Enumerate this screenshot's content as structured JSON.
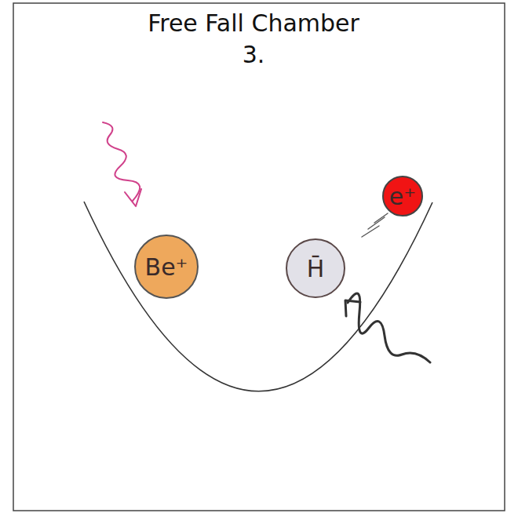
{
  "diagram": {
    "title": "Free Fall Chamber",
    "nodes": [
      {
        "text": [
          "Be⁺"
        ]
      },
      {
        "text": [
          "H̄"
        ]
      },
      {
        "text": [
          "e⁺"
        ]
      }
    ],
    "edges": [
      {
        "from": 0,
        "to": 1,
        "arrow": "none"
      }
    ],
    "labels": [
      "3."
    ]
  }
}
